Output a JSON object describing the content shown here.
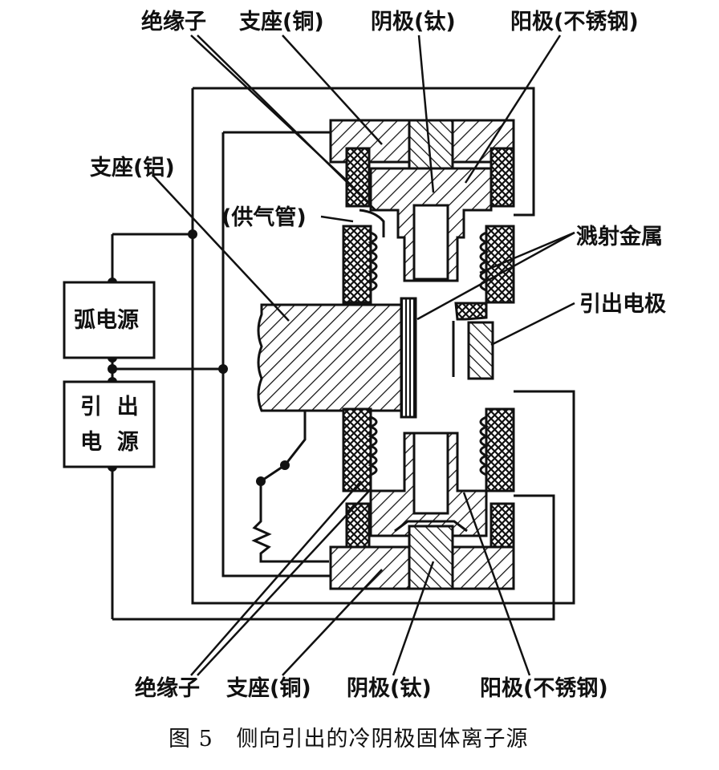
{
  "labels": {
    "top_insulator": "绝缘子",
    "top_support_copper": "支座(铜)",
    "top_cathode": "阴极(钛)",
    "top_anode": "阳极(不锈钢)",
    "support_aluminum": "支座(铝)",
    "gas_pipe": "(供气管)",
    "sputter_metal": "溅射金属",
    "extraction_electrode": "引出电极",
    "bottom_insulator": "绝缘子",
    "bottom_support_copper": "支座(铜)",
    "bottom_cathode": "阴极(钛)",
    "bottom_anode": "阳极(不锈钢)"
  },
  "power_supplies": {
    "arc_power_line1": "弧电源",
    "extract_power_line1": "引  出",
    "extract_power_line2": "电  源"
  },
  "caption": "图 5   侧向引出的冷阴极固体离子源"
}
